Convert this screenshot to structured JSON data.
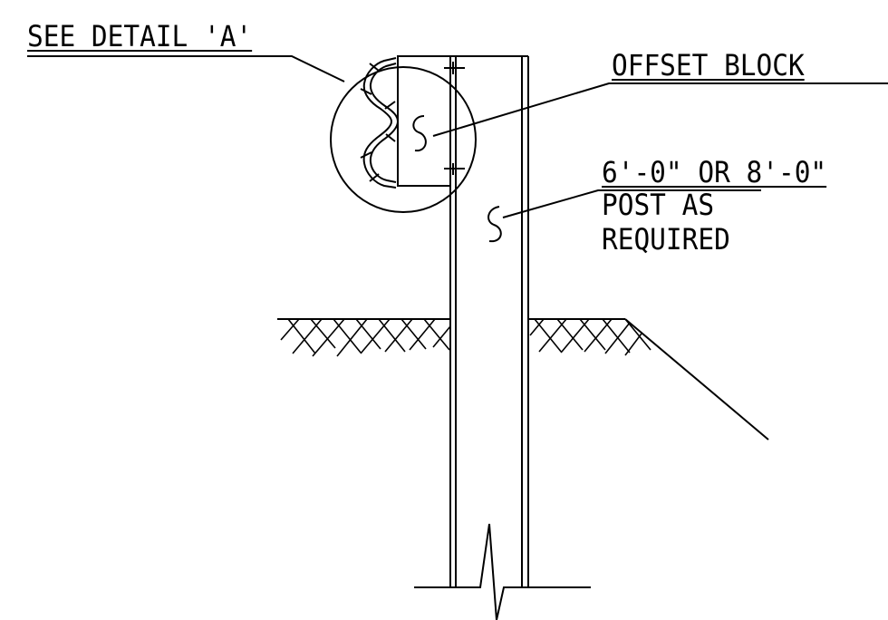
{
  "labels": {
    "detail_callout": "SEE DETAIL 'A'",
    "offset_block": "OFFSET BLOCK",
    "post_length": "6'-0\" OR 8'-0\"",
    "post_line2": "POST AS",
    "post_line3": "REQUIRED"
  },
  "symbols": {
    "steel_mark": "S"
  },
  "colors": {
    "line": "#000000",
    "background": "#ffffff"
  }
}
